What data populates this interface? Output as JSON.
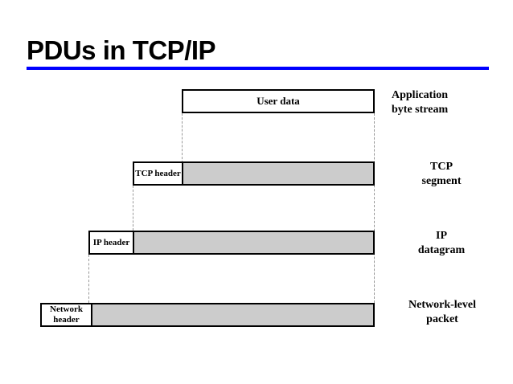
{
  "slide": {
    "title": "PDUs in TCP/IP",
    "accent_color": "#0000FF",
    "payload_color": "#CCCCCC",
    "border_color": "#000000"
  },
  "diagram": {
    "type": "encapsulation",
    "layers": [
      {
        "header": "",
        "payload": "User data",
        "payload_filled": false,
        "stack_label": "Application\nbyte stream"
      },
      {
        "header": "TCP\nheader",
        "payload": "",
        "payload_filled": true,
        "stack_label": "TCP\nsegment"
      },
      {
        "header": "IP\nheader",
        "payload": "",
        "payload_filled": true,
        "stack_label": "IP\ndatagram"
      },
      {
        "header": "Network\nheader",
        "payload": "",
        "payload_filled": true,
        "stack_label": "Network-level\npacket"
      }
    ]
  }
}
